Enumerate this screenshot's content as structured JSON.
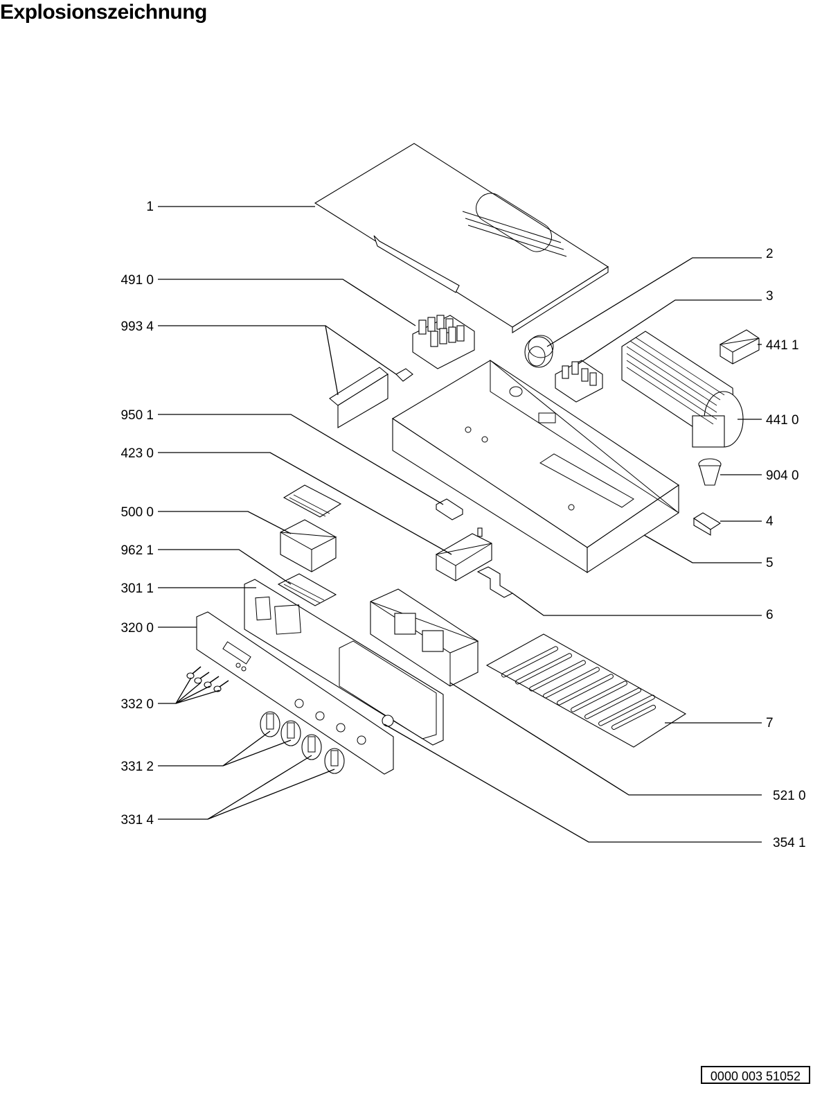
{
  "title": "Explosionszeichnung",
  "document_number": "0000 003 51052",
  "left_labels": [
    "1",
    "491 0",
    "993 4",
    "950 1",
    "423 0",
    "500 0",
    "962 1",
    "301 1",
    "320 0",
    "332 0",
    "331 2",
    "331 4"
  ],
  "right_labels": [
    "2",
    "3",
    "441 1",
    "441 0",
    "904 0",
    "4",
    "5",
    "6",
    "7",
    "521 0",
    "354 1"
  ]
}
